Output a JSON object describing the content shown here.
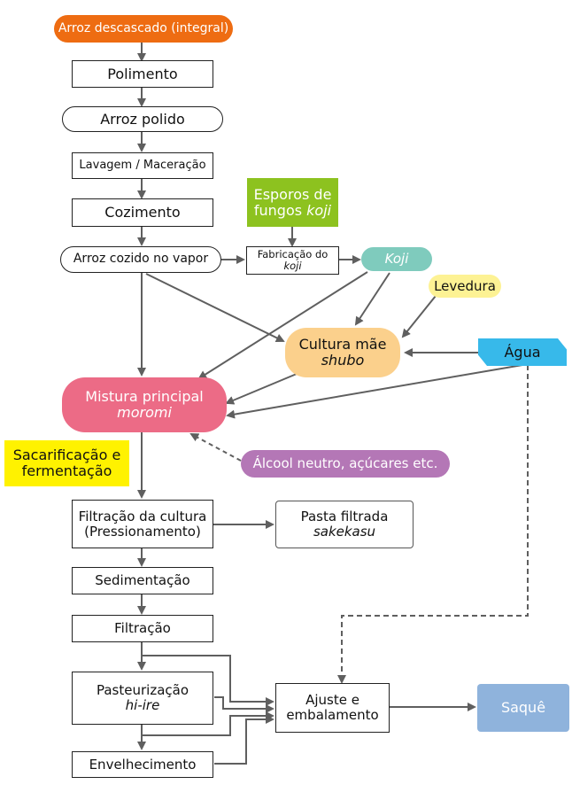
{
  "nodes": {
    "arroz_descascado": "Arroz descascado (integral)",
    "polimento": "Polimento",
    "arroz_polido": "Arroz polido",
    "lavagem": "Lavagem / Maceração",
    "cozimento": "Cozimento",
    "arroz_cozido": "Arroz cozido no vapor",
    "esporos": {
      "line1": "Esporos de",
      "line2_prefix": "fungos ",
      "line2_italic": "koji"
    },
    "fabricacao": {
      "prefix": "Fabricação do ",
      "italic": "koji"
    },
    "koji": "Koji",
    "levedura": "Levedura",
    "cultura_mae": {
      "line1": "Cultura mãe",
      "line2": "shubo"
    },
    "agua": "Água",
    "mistura": {
      "line1": "Mistura principal",
      "line2": "moromi"
    },
    "sacarificacao": {
      "line1": "Sacarificação e",
      "line2": "fermentação"
    },
    "alcool": "Álcool neutro, açúcares etc.",
    "filtracao_cultura": {
      "line1": "Filtração da cultura",
      "line2": "(Pressionamento)"
    },
    "pasta": {
      "line1": "Pasta filtrada",
      "line2": "sakekasu"
    },
    "sedimentacao": "Sedimentação",
    "filtracao": "Filtração",
    "pasteurizacao": {
      "line1": "Pasteurização",
      "line2": "hi-ire"
    },
    "envelhecimento": "Envelhecimento",
    "ajuste": {
      "line1": "Ajuste e",
      "line2": "embalamento"
    },
    "saque": "Saquê"
  },
  "colors": {
    "orange": "#ee6c12",
    "green": "#8dc21f",
    "teal": "#7fcbbd",
    "yellow_light": "#fdf294",
    "peach": "#fbd08c",
    "cyan": "#37b9ea",
    "pink": "#ec6b86",
    "yellow": "#fff200",
    "purple": "#b477b6",
    "blue": "#8fb3dc",
    "arrow": "#5f5f5f"
  }
}
